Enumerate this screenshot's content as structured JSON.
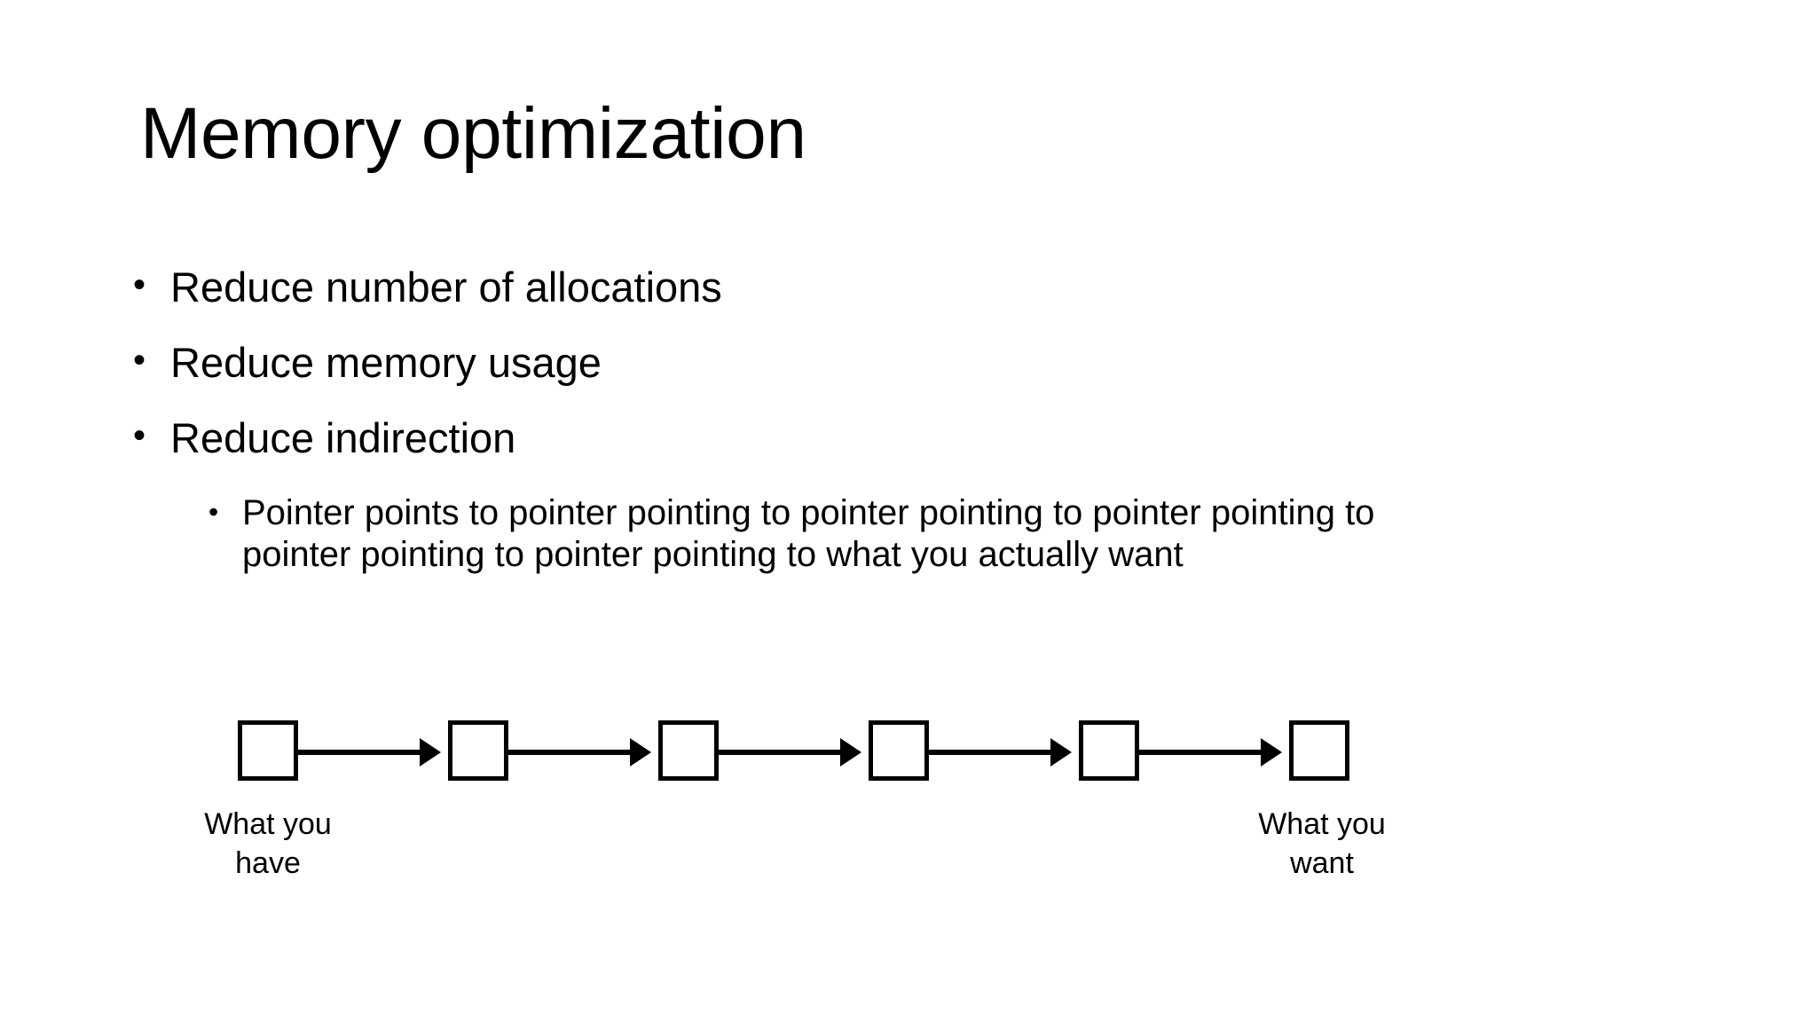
{
  "slide": {
    "title": "Memory optimization",
    "bullet_marker": "•",
    "bullets": [
      {
        "level": 1,
        "text": "Reduce number of allocations"
      },
      {
        "level": 1,
        "text": "Reduce memory usage"
      },
      {
        "level": 1,
        "text": "Reduce indirection"
      }
    ],
    "sub_bullet": {
      "level": 2,
      "line1": "Pointer points to pointer pointing to pointer pointing to pointer pointing to",
      "line2": "pointer pointing to pointer pointing to what you actually want",
      "full_text": "Pointer points to pointer pointing to pointer pointing to pointer pointing to pointer pointing to pointer pointing to what you actually want"
    },
    "diagram": {
      "node_count": 6,
      "arrow_count": 5,
      "node_label": "",
      "left_label": {
        "line1": "What you",
        "line2": "have"
      },
      "right_label": {
        "line1": "What you",
        "line2": "want"
      }
    },
    "colors": {
      "background": "#ffffff",
      "text": "#000000",
      "stroke": "#000000"
    }
  }
}
